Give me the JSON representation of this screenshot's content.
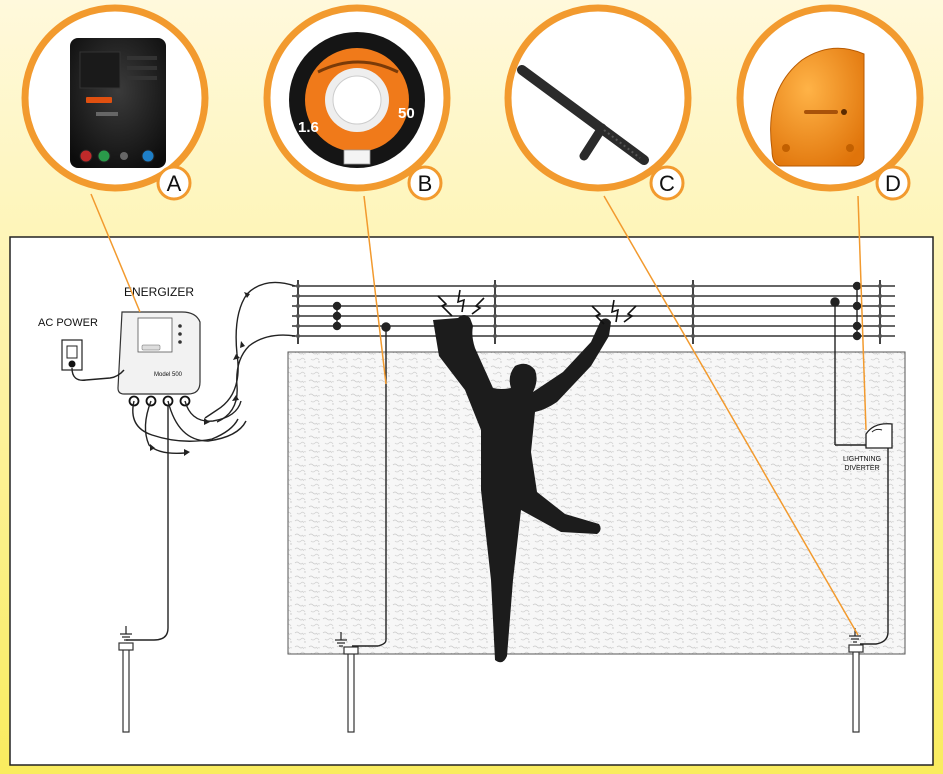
{
  "labels": {
    "energizer": "ENERGIZER",
    "ac_power": "AC POWER",
    "lightning_diverter_line1": "LIGHTNING",
    "lightning_diverter_line2": "DIVERTER",
    "model_text": "Model 500"
  },
  "callouts": [
    {
      "letter": "A",
      "content": "energizer-photo"
    },
    {
      "letter": "B",
      "content": "wire-spool-photo"
    },
    {
      "letter": "C",
      "content": "ground-rod-clamp-photo"
    },
    {
      "letter": "D",
      "content": "lightning-diverter-photo"
    }
  ],
  "spool": {
    "left_number": "1.6",
    "right_number": "50"
  },
  "colors": {
    "callout_ring": "#f29a2e",
    "leader_line": "#f29a2e",
    "fence_wire": "#333333",
    "silhouette": "#1c1c1c",
    "frame_bg": "#ffffff",
    "frame_border": "#222222"
  }
}
